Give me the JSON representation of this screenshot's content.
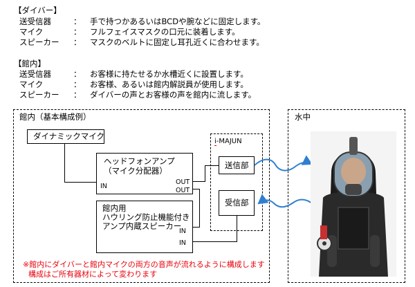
{
  "diver_section": {
    "heading": "【ダイバー】",
    "rows": [
      {
        "item": "送受信器",
        "sep": "：",
        "desc": "手で持つかあるいはBCDや腕などに固定します。"
      },
      {
        "item": "マイク",
        "sep": "：",
        "desc": "フルフェイスマスクの口元に装着します。"
      },
      {
        "item": "スピーカー",
        "sep": "：",
        "desc": "マスクのベルトに固定し耳孔近くに合わせます。"
      }
    ]
  },
  "hall_section": {
    "heading": "【館内】",
    "rows": [
      {
        "item": "送受信器",
        "sep": "：",
        "desc": "お客様に持たせるか水槽近くに設置します。"
      },
      {
        "item": "マイク",
        "sep": "：",
        "desc": "お客様、あるいは館内解説員が使用します。"
      },
      {
        "item": "スピーカー",
        "sep": "：",
        "desc": "ダイバーの声とお客様の声を館内に流します。"
      }
    ]
  },
  "diagram": {
    "hall_title": "館内（基本構成例）",
    "underwater_title": "水中",
    "dynamic_mic": "ダイナミックマイク",
    "amp_line1": "ヘッドフォンアンプ",
    "amp_line2": "（マイク分配器）",
    "amp_in": "IN",
    "amp_out1": "OUT",
    "amp_out2": "OUT",
    "speaker_line1": "館内用",
    "speaker_line2": "ハウリング防止機能付き",
    "speaker_line3": "アンプ内蔵スピーカー",
    "speaker_in1": "IN",
    "speaker_in2": "IN",
    "device_prefix": "i",
    "device_name": "-MAJUN",
    "transmitter": "送信部",
    "receiver": "受信部",
    "note_line1": "※館内にダイバーと館内マイクの両方の音声が流れるように構成します",
    "note_line2": "構成はご所有器材によって変わります"
  },
  "colors": {
    "wave": "#2f7fd0",
    "note": "#e8000a",
    "device_underline": "#e8000a"
  }
}
